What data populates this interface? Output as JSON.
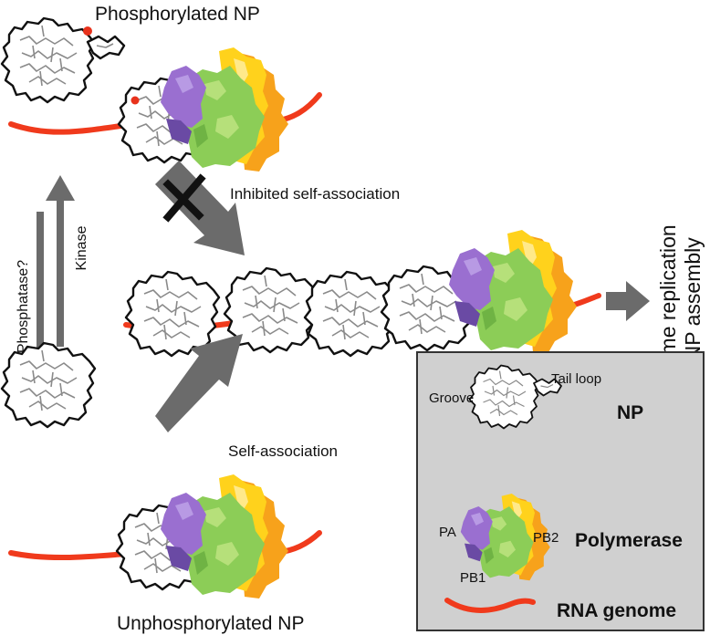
{
  "labels": {
    "phosphorylated_np": "Phosphorylated NP",
    "unphosphorylated_np": "Unphosphorylated NP",
    "inhibited": "Inhibited self-association",
    "self_association": "Self-association",
    "phosphatase": "Phosphatase?",
    "kinase": "Kinase",
    "genome_line1": "Genome replication",
    "genome_line2": "+ RNP assembly"
  },
  "legend": {
    "groove": "Groove",
    "tail_loop": "Tail loop",
    "np": "NP",
    "pa": "PA",
    "pb1": "PB1",
    "pb2": "PB2",
    "polymerase": "Polymerase",
    "rna_genome": "RNA genome"
  },
  "colors": {
    "rna": "#f03a1c",
    "phospho_dot": "#e8321c",
    "arrow": "#6b6b6b",
    "legend_bg": "#d0d0d0",
    "pa_purple": "#9a6fd0",
    "pb1_green": "#8ccd57",
    "pb2_orange": "#f7a21b",
    "pb2_yellow": "#ffd21c"
  }
}
